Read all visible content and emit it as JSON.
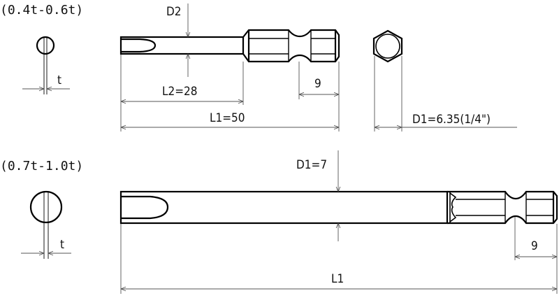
{
  "top_bit": {
    "range_label": "(0.4t-0.6t)",
    "thickness_label": "t",
    "d2_label": "D2",
    "l2_label": "L2=28",
    "l1_label": "L1=50",
    "hex_length_label": "9",
    "d1_label": "D1=6.35(1/4\")"
  },
  "bottom_bit": {
    "range_label": "(0.7t-1.0t)",
    "thickness_label": "t",
    "d1_label": "D1=7",
    "hex_length_label": "9",
    "l1_label": "L1"
  }
}
